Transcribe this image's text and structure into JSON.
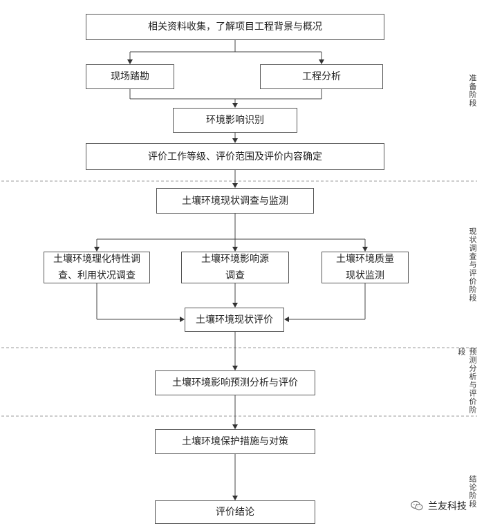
{
  "nodes": {
    "collect": "相关资料收集，了解项目工程背景与概况",
    "survey": "现场踏勘",
    "analysis": "工程分析",
    "identify": "环境影响识别",
    "grading": "评价工作等级、评价范围及评价内容确定",
    "monitor": "土壤环境现状调查与监测",
    "physchem": "土壤环境理化特性调\n查、利用状况调查",
    "source": "土壤环境影响源\n调查",
    "quality": "土壤环境质量\n现状监测",
    "status_eval": "土壤环境现状评价",
    "predict": "土壤环境影响预测分析与评价",
    "measures": "土壤环境保护措施与对策",
    "conclusion": "评价结论"
  },
  "stages": {
    "prep": "准备阶段",
    "survey_eval": "现状调查与评价阶段",
    "predict_eval": "预测分析与评价阶段",
    "conclusion": "结论阶段"
  },
  "watermark": {
    "text": "兰友科技",
    "icon": "wechat-icon"
  },
  "colors": {
    "line": "#555555",
    "dash": "#9a9a9a",
    "box_border": "#555555"
  }
}
